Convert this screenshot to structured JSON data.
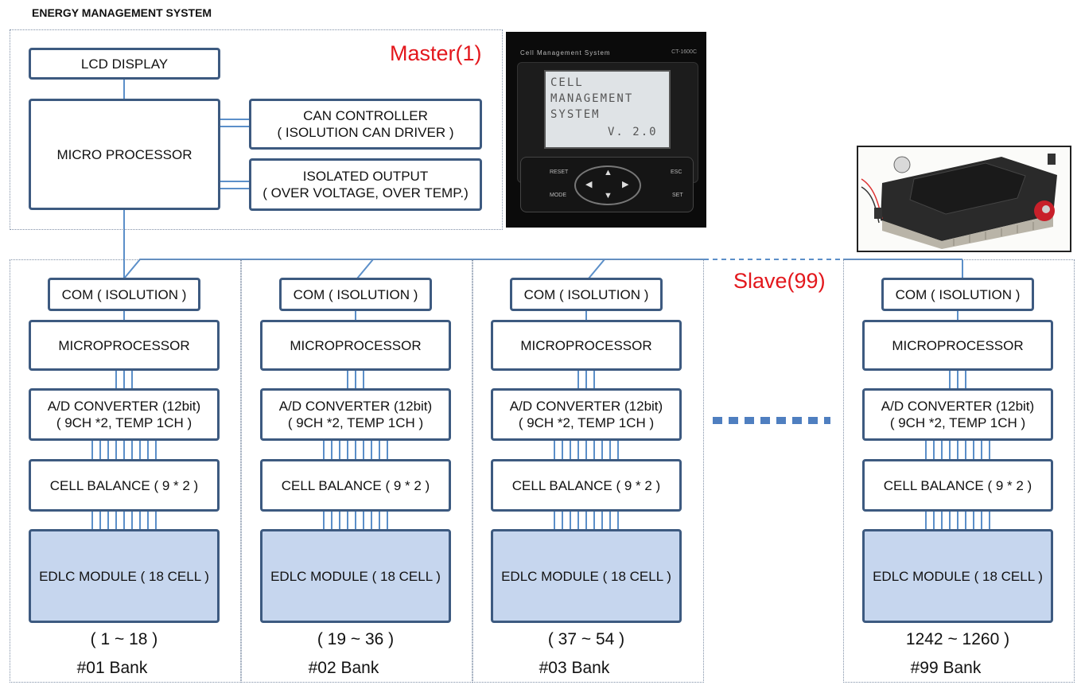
{
  "title": "ENERGY MANAGEMENT SYSTEM",
  "master": {
    "label": "Master(1)",
    "lcd_display": "LCD DISPLAY",
    "micro_processor": "MICRO PROCESSOR",
    "can_controller": "CAN CONTROLLER\n( ISOLUTION CAN DRIVER )",
    "isolated_output": "ISOLATED OUTPUT\n( OVER VOLTAGE, OVER TEMP.)"
  },
  "slave": {
    "label": "Slave(99)"
  },
  "lcd_photo": {
    "brand": "Cell Management System",
    "model": "CT-1600C",
    "screen_lines": [
      "CELL",
      "MANAGEMENT",
      "SYSTEM",
      "V. 2.0"
    ],
    "keys": {
      "reset": "RESET",
      "mode": "MODE",
      "esc": "ESC",
      "set": "SET"
    }
  },
  "banks": [
    {
      "com": "COM ( ISOLUTION )",
      "micro": "MICROPROCESSOR",
      "adc": "A/D CONVERTER (12bit)\n( 9CH *2, TEMP 1CH )",
      "balance": "CELL BALANCE ( 9 * 2 )",
      "edlc": "EDLC MODULE ( 18 CELL )",
      "range": "( 1 ~ 18 )",
      "bank": "#01 Bank"
    },
    {
      "com": "COM ( ISOLUTION )",
      "micro": "MICROPROCESSOR",
      "adc": "A/D CONVERTER (12bit)\n( 9CH *2, TEMP 1CH )",
      "balance": "CELL BALANCE ( 9 * 2 )",
      "edlc": "EDLC MODULE ( 18 CELL )",
      "range": "( 19 ~ 36 )",
      "bank": "#02 Bank"
    },
    {
      "com": "COM ( ISOLUTION )",
      "micro": "MICROPROCESSOR",
      "adc": "A/D CONVERTER (12bit)\n( 9CH *2, TEMP 1CH )",
      "balance": "CELL BALANCE ( 9 * 2 )",
      "edlc": "EDLC MODULE ( 18 CELL )",
      "range": "( 37 ~ 54 )",
      "bank": "#03 Bank"
    },
    {
      "com": "COM ( ISOLUTION )",
      "micro": "MICROPROCESSOR",
      "adc": "A/D CONVERTER (12bit)\n( 9CH *2, TEMP 1CH )",
      "balance": "CELL BALANCE ( 9 * 2 )",
      "edlc": "EDLC MODULE ( 18 CELL )",
      "range": "1242 ~ 1260 )",
      "bank": "#99 Bank"
    }
  ],
  "colors": {
    "box_border": "#3d5a80",
    "line": "#5b8fc9",
    "edlc_fill": "#c6d6ee",
    "label_red": "#e3171c"
  }
}
